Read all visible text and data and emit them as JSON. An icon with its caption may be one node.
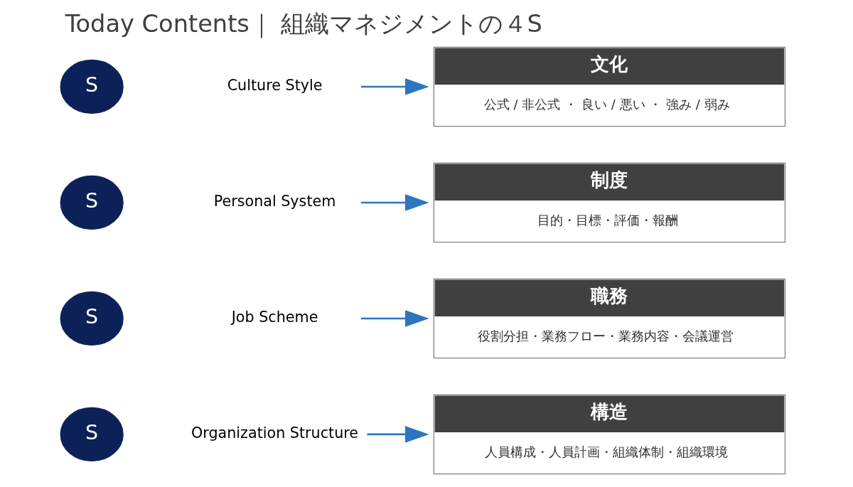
{
  "diagram": {
    "title": "Today Contents｜ 組織マネジメントの４S",
    "nodes": [
      {
        "text": [
          "S"
        ]
      },
      {
        "text": [
          "Organization Structure"
        ]
      },
      {
        "text": [
          "構造",
          "人員構成・人員計画・組織体制・組織環境"
        ]
      },
      {
        "text": [
          "S"
        ]
      },
      {
        "text": [
          "Job Scheme"
        ]
      },
      {
        "text": [
          "職務",
          "役割分担・業務フロー・業務内容・会議運営"
        ]
      },
      {
        "text": [
          "S"
        ]
      },
      {
        "text": [
          "Personal System"
        ]
      },
      {
        "text": [
          "制度",
          "目的・目標・評価・報酬"
        ]
      },
      {
        "text": [
          "S"
        ]
      },
      {
        "text": [
          "Culture Style"
        ]
      },
      {
        "text": [
          "文化",
          "公式 / 非公式 ・ 良い / 悪い ・ 強み / 弱み"
        ]
      }
    ],
    "edges": [
      {
        "from": 1,
        "to": 2,
        "arrow": "to"
      },
      {
        "from": 4,
        "to": 5,
        "arrow": "to"
      },
      {
        "from": 7,
        "to": 8,
        "arrow": "to"
      },
      {
        "from": 10,
        "to": 11,
        "arrow": "to"
      }
    ]
  }
}
